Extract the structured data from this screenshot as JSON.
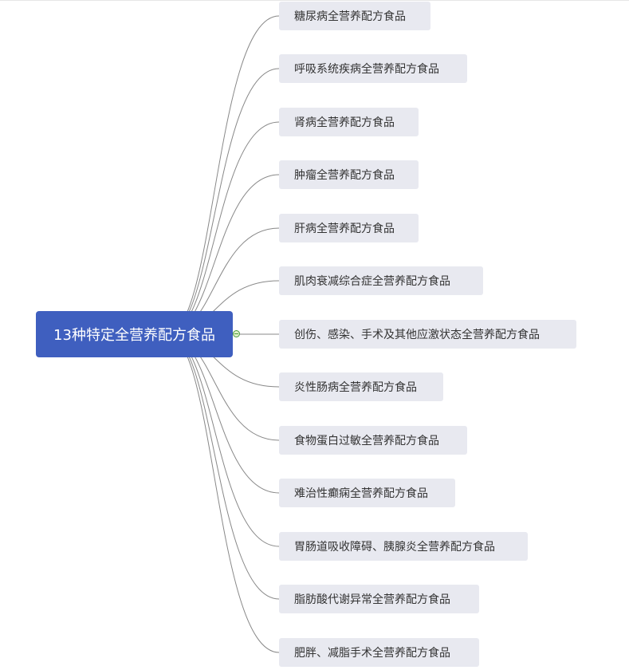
{
  "mindmap": {
    "root": {
      "label": "13种特定全营养配方食品"
    },
    "branches": [
      {
        "label": "糖尿病全营养配方食品"
      },
      {
        "label": "呼吸系统疾病全营养配方食品"
      },
      {
        "label": "肾病全营养配方食品"
      },
      {
        "label": "肿瘤全营养配方食品"
      },
      {
        "label": "肝病全营养配方食品"
      },
      {
        "label": "肌肉衰减综合症全营养配方食品"
      },
      {
        "label": "创伤、感染、手术及其他应激状态全营养配方食品"
      },
      {
        "label": "炎性肠病全营养配方食品"
      },
      {
        "label": "食物蛋白过敏全营养配方食品"
      },
      {
        "label": "难治性癫痫全营养配方食品"
      },
      {
        "label": "胃肠道吸收障碍、胰腺炎全营养配方食品"
      },
      {
        "label": "脂肪酸代谢异常全营养配方食品"
      },
      {
        "label": "肥胖、减脂手术全营养配方食品"
      }
    ],
    "colors": {
      "root_fill": "#3f5fbf",
      "root_text": "#ffffff",
      "branch_fill": "#e8e9f0",
      "branch_text": "#333333",
      "connector": "#888888",
      "toggle": "#4a9a3a"
    }
  }
}
